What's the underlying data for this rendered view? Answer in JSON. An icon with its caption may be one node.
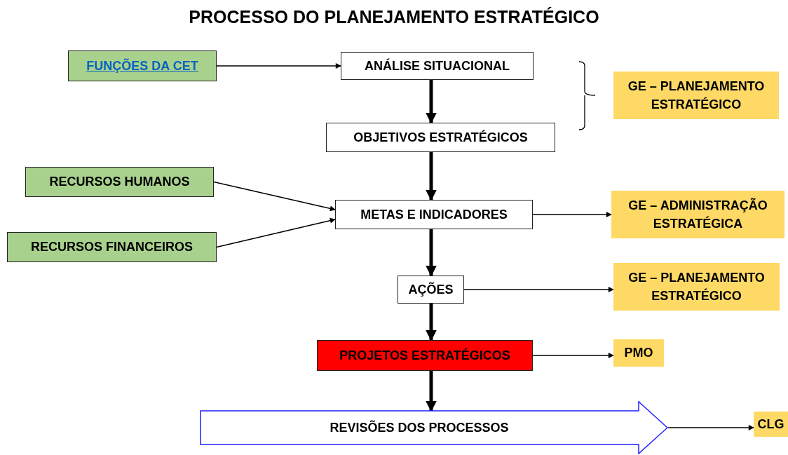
{
  "diagram": {
    "title": "PROCESSO DO PLANEJAMENTO ESTRATÉGICO",
    "nodes": [
      {
        "text": [
          "FUNÇÕES DA CET"
        ]
      },
      {
        "text": [
          "ANÁLISE SITUACIONAL"
        ]
      },
      {
        "text": [
          "GE – PLANEJAMENTO ESTRATÉGICO"
        ]
      },
      {
        "text": [
          "OBJETIVOS ESTRATÉGICOS"
        ]
      },
      {
        "text": [
          "RECURSOS HUMANOS"
        ]
      },
      {
        "text": [
          "METAS E INDICADORES"
        ]
      },
      {
        "text": [
          "GE – ADMINISTRAÇÃO ESTRATÉGICA"
        ]
      },
      {
        "text": [
          "RECURSOS FINANCEIROS"
        ]
      },
      {
        "text": [
          "AÇÕES"
        ]
      },
      {
        "text": [
          "GE – PLANEJAMENTO ESTRATÉGICO"
        ]
      },
      {
        "text": [
          "PROJETOS ESTRATÉGICOS"
        ]
      },
      {
        "text": [
          "PMO"
        ]
      },
      {
        "text": [
          "REVISÕES DOS PROCESSOS"
        ]
      },
      {
        "text": [
          "CLG"
        ]
      }
    ],
    "edges": [
      {
        "from": 0,
        "to": 1,
        "arrow": "to"
      },
      {
        "from": 1,
        "to": 3,
        "arrow": "to",
        "style": "thick"
      },
      {
        "from": 3,
        "to": 5,
        "arrow": "to",
        "style": "thick"
      },
      {
        "from": 4,
        "to": 5,
        "arrow": "to"
      },
      {
        "from": 7,
        "to": 5,
        "arrow": "to"
      },
      {
        "from": 5,
        "to": 6,
        "arrow": "to"
      },
      {
        "from": 5,
        "to": 8,
        "arrow": "to",
        "style": "thick"
      },
      {
        "from": 8,
        "to": 9,
        "arrow": "to"
      },
      {
        "from": 8,
        "to": 10,
        "arrow": "to",
        "style": "thick"
      },
      {
        "from": 10,
        "to": 11,
        "arrow": "to"
      },
      {
        "from": 10,
        "to": 12,
        "arrow": "to",
        "style": "thick"
      },
      {
        "from": 12,
        "to": 13,
        "arrow": "to"
      }
    ]
  }
}
